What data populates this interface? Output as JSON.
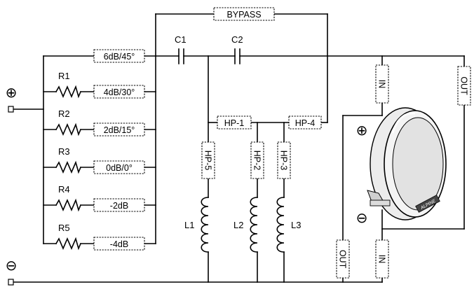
{
  "terminals": {
    "plus_symbol": "⊕",
    "minus_symbol": "⊖"
  },
  "resistors": [
    "R1",
    "R2",
    "R3",
    "R4",
    "R5"
  ],
  "tap_boxes": [
    "6dB/45°",
    "4dB/30°",
    "2dB/15°",
    "0dB/0°",
    "-2dB",
    "-4dB"
  ],
  "capacitors": [
    "C1",
    "C2"
  ],
  "inductors": [
    "L1",
    "L2",
    "L3"
  ],
  "bypass": "BYPASS",
  "hp_boxes": {
    "hp1": "HP-1",
    "hp4": "HP-4",
    "hp5": "HP-5",
    "hp2": "HP-2",
    "hp3": "HP-3"
  },
  "io_boxes": {
    "in": "IN",
    "out": "OUT"
  },
  "speaker": {
    "plus": "⊕",
    "minus": "⊖",
    "brand": "ALPINE"
  }
}
